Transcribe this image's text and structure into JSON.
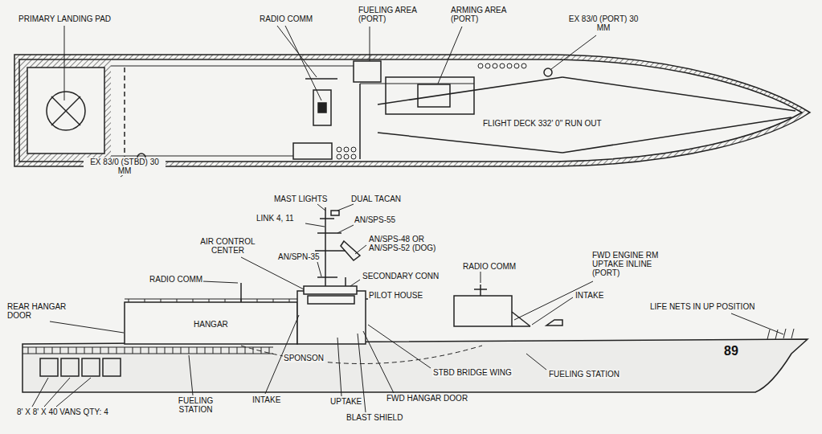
{
  "diagram": {
    "labels": [
      "PRIMARY LANDING PAD",
      "RADIO COMM",
      "FUELING AREA (PORT)",
      "ARMING AREA (PORT)",
      "EX 83/0 (PORT) 30 MM",
      "FLIGHT DECK 332' 0\" RUN OUT",
      "EX 83/0 (STBD) 30 MM",
      "MAST LIGHTS",
      "DUAL TACAN",
      "LINK 4, 11",
      "AN/SPS-55",
      "AIR CONTROL CENTER",
      "AN/SPS-48 OR AN/SPS-52 (DOG)",
      "AN/SPN-35",
      "RADIO COMM",
      "SECONDARY CONN",
      "RADIO COMM",
      "FWD ENGINE RM UPTAKE INLINE (PORT)",
      "PILOT HOUSE",
      "INTAKE",
      "LIFE NETS IN UP POSITION",
      "REAR HANGAR DOOR",
      "HANGAR",
      "SPONSON",
      "STBD BRIDGE WING",
      "FUELING STATION",
      "89",
      "FUELING STATION",
      "INTAKE",
      "UPTAKE",
      "FWD HANGAR DOOR",
      "BLAST SHIELD",
      "8' X 8' X 40 VANS QTY: 4"
    ]
  }
}
